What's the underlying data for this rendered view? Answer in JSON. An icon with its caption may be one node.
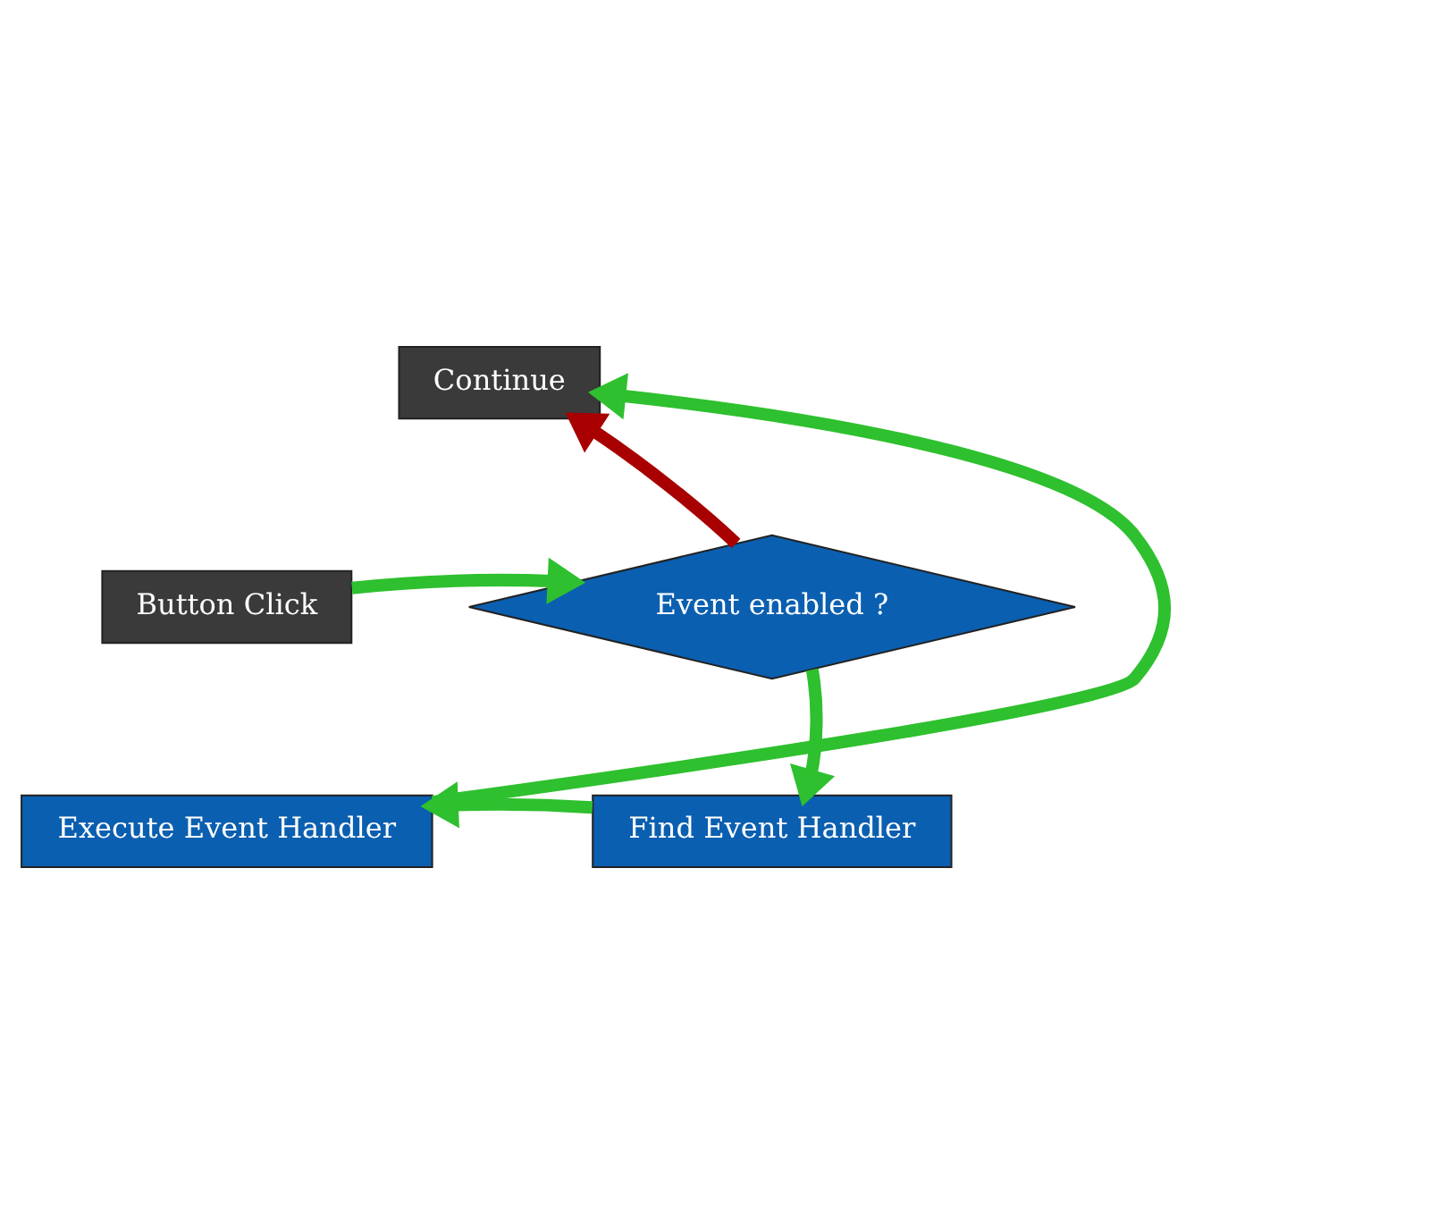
{
  "diagram": {
    "nodes": [
      {
        "text": [
          "Continue"
        ]
      },
      {
        "text": [
          "Button Click"
        ]
      },
      {
        "text": [
          "Event enabled ?"
        ]
      },
      {
        "text": [
          "Find Event Handler"
        ]
      },
      {
        "text": [
          "Execute Event Handler"
        ]
      }
    ],
    "edges": [
      {
        "from": 1,
        "to": 2,
        "arrow": "to"
      },
      {
        "from": 2,
        "to": 0,
        "arrow": "to",
        "color": "#a80000"
      },
      {
        "from": 2,
        "to": 3,
        "arrow": "to"
      },
      {
        "from": 3,
        "to": 4,
        "arrow": "to"
      },
      {
        "from": 4,
        "to": 0,
        "arrow": "to"
      }
    ]
  }
}
